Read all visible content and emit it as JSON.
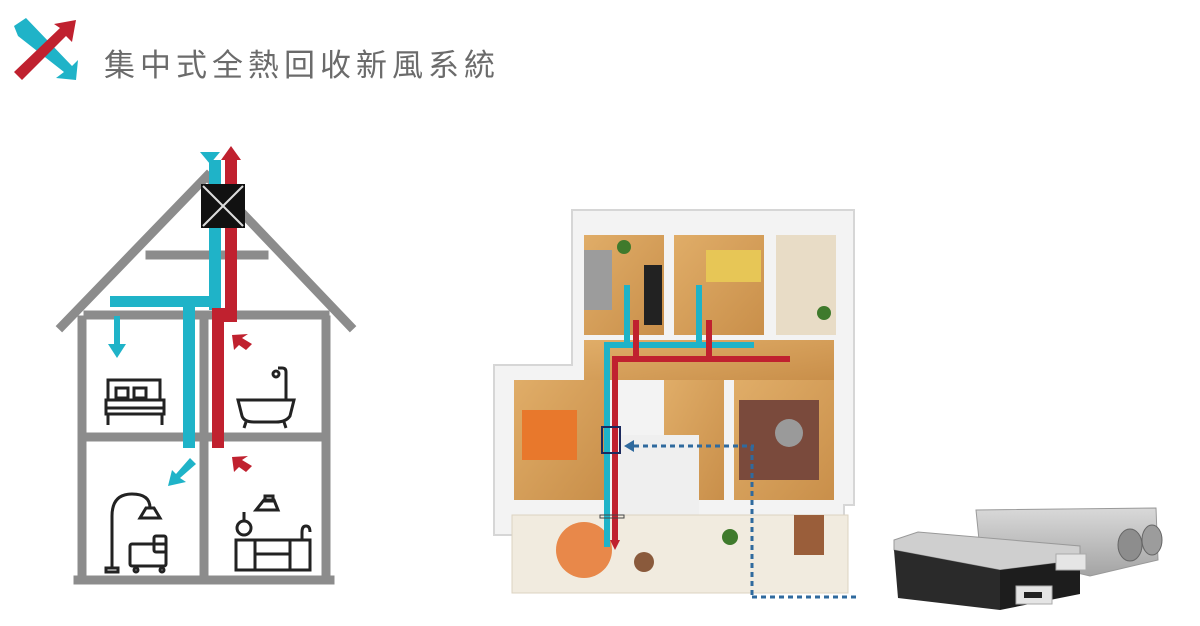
{
  "header": {
    "title": "集中式全熱回收新風系統",
    "logo_icon": "crossed-arrows-logo-icon"
  },
  "colors": {
    "fresh_air": "#1fb3c8",
    "exhaust_air": "#c0212f",
    "structure": "#8c8c8c",
    "icon_stroke": "#222222",
    "duct_dotted": "#2f6a9e",
    "floor": "#d9a35e",
    "wall": "#f2f2f2"
  },
  "house_diagram": {
    "unit_icon": "heat-exchanger-icon",
    "rooms": [
      {
        "name": "bedroom",
        "icon": "bed-icon",
        "airflow": "supply"
      },
      {
        "name": "bathroom",
        "icon": "bathtub-icon",
        "airflow": "exhaust"
      },
      {
        "name": "living-room",
        "icon": "floor-lamp-armchair-icon",
        "airflow": "supply"
      },
      {
        "name": "kitchen",
        "icon": "kitchen-range-hood-icon",
        "airflow": "exhaust"
      }
    ]
  },
  "floor_plan": {
    "description": "apartment floor plan with fresh-air (cyan) and exhaust (red) ducts",
    "unit_marker_icon": "ventilation-unit-marker-icon"
  },
  "product": {
    "description": "heat recovery ventilation units",
    "icon": "hrv-unit-icon"
  }
}
